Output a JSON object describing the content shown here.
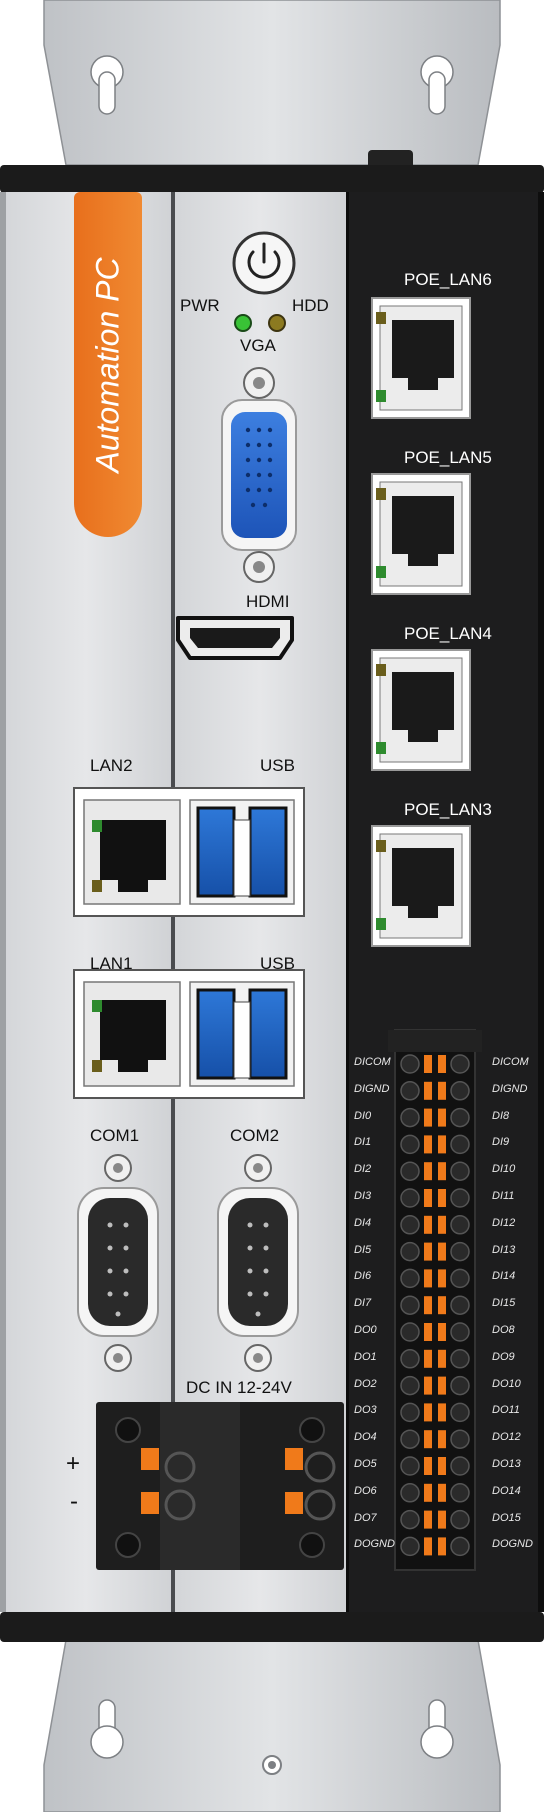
{
  "device": {
    "brand_label": "Automation PC",
    "accent_color": "#ee7d26",
    "power_button_icon": "power-icon",
    "led_labels": {
      "pwr": "PWR",
      "hdd": "HDD"
    },
    "ports": {
      "vga": "VGA",
      "hdmi": "HDMI",
      "lan2": "LAN2",
      "usb_top": "USB",
      "lan1": "LAN1",
      "usb_bottom": "USB",
      "com1": "COM1",
      "com2": "COM2",
      "dc_in": "DC IN 12-24V",
      "plus": "+",
      "minus": "-"
    },
    "poe_ports": [
      "POE_LAN6",
      "POE_LAN5",
      "POE_LAN4",
      "POE_LAN3"
    ],
    "dio_left": [
      "DICOM",
      "DIGND",
      "DI0",
      "DI1",
      "DI2",
      "DI3",
      "DI4",
      "DI5",
      "DI6",
      "DI7",
      "DO0",
      "DO1",
      "DO2",
      "DO3",
      "DO4",
      "DO5",
      "DO6",
      "DO7",
      "DOGND"
    ],
    "dio_right": [
      "DICOM",
      "DIGND",
      "DI8",
      "DI9",
      "DI10",
      "DI11",
      "DI12",
      "DI13",
      "DI14",
      "DI15",
      "DO8",
      "DO9",
      "DO10",
      "DO11",
      "DO12",
      "DO13",
      "DO14",
      "DO15",
      "DOGND"
    ]
  }
}
